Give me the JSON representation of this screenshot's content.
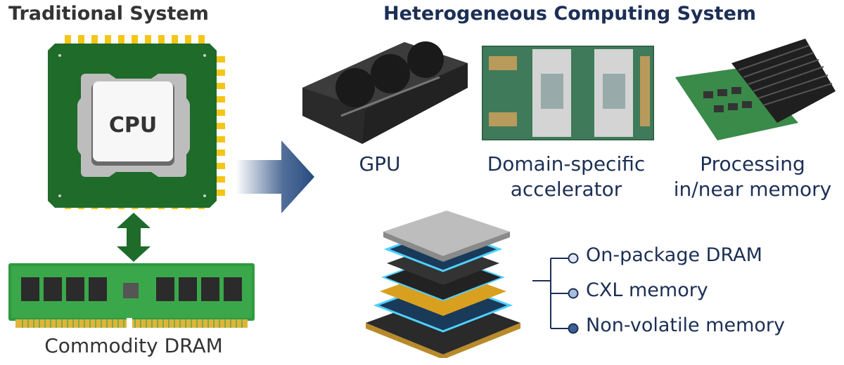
{
  "traditional": {
    "title": "Traditional System",
    "cpu_label": "CPU",
    "dram_label": "Commodity DRAM"
  },
  "heterogeneous": {
    "title": "Heterogeneous Computing System",
    "devices": [
      {
        "label_line1": "GPU",
        "label_line2": ""
      },
      {
        "label_line1": "Domain-specific",
        "label_line2": "accelerator"
      },
      {
        "label_line1": "Processing",
        "label_line2": "in/near memory"
      }
    ],
    "memory_types": [
      "On-package DRAM",
      "CXL memory",
      "Non-volatile memory"
    ]
  },
  "colors": {
    "navy": "#1c2f55",
    "pcb_green": "#1e6b2a",
    "pin_gold": "#f5c518",
    "arrow_blue": "#274b80",
    "dot_light": "#dfe8f3",
    "dot_mid": "#a9bedd",
    "dot_dark": "#3d5f94"
  }
}
